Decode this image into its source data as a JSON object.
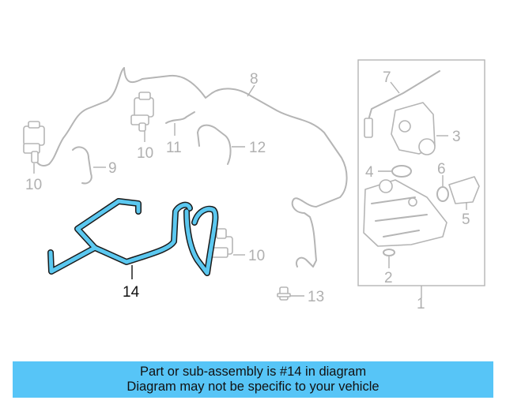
{
  "callouts": {
    "c1": "1",
    "c2": "2",
    "c3": "3",
    "c4": "4",
    "c5": "5",
    "c6": "6",
    "c7": "7",
    "c8": "8",
    "c9": "9",
    "c10a": "10",
    "c10b": "10",
    "c10c": "10",
    "c11": "11",
    "c12": "12",
    "c13": "13",
    "c14": "14"
  },
  "highlighted_part": "14",
  "banner": {
    "line1": "Part or sub-assembly is #14 in diagram",
    "line2": "Diagram may not be specific to your vehicle",
    "background": "#57c5f7"
  },
  "colors": {
    "ghost": "#b5b5b5",
    "highlight": "#5bc8f0",
    "outline": "#1a1a1a"
  }
}
